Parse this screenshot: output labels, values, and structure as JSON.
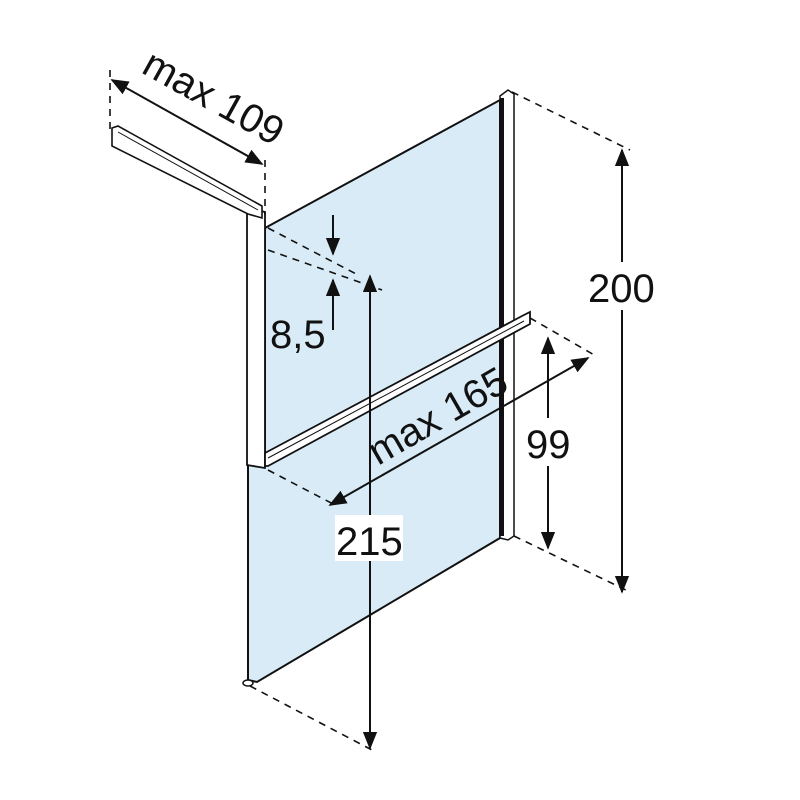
{
  "diagram": {
    "dimensions": {
      "rail_length": "max 109",
      "offset": "8,5",
      "total_height": "215",
      "bar_length": "max 165",
      "bar_height": "99",
      "panel_height": "200"
    },
    "colors": {
      "glass": "#d8ebf6",
      "outline": "#111111",
      "profile": "#ffffff"
    }
  }
}
